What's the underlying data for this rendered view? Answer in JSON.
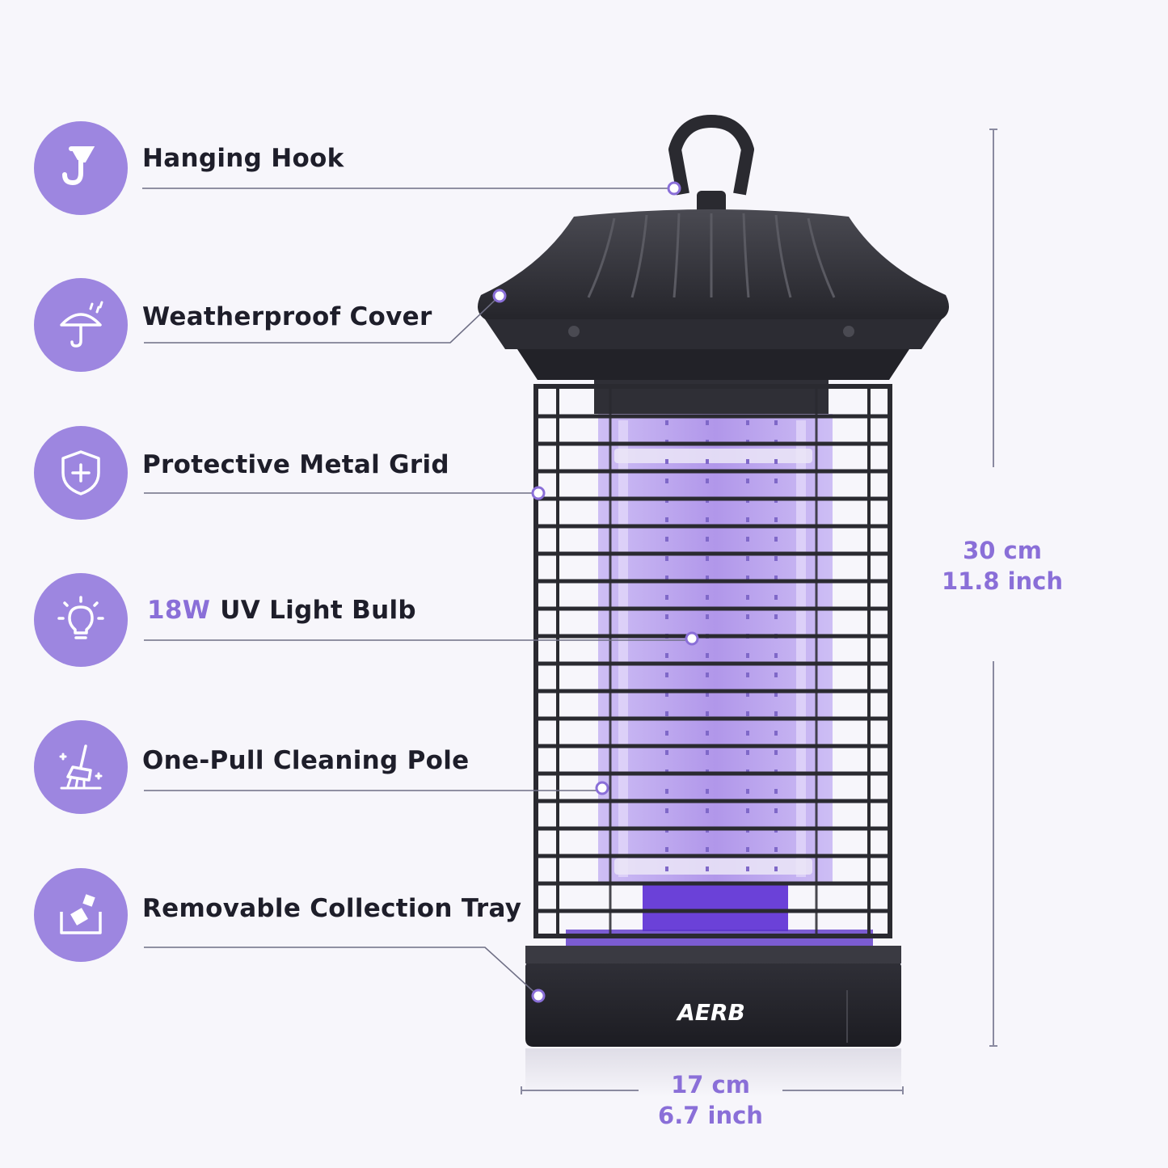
{
  "features": [
    {
      "label": "Hanging Hook",
      "icon": "hook-icon"
    },
    {
      "label": "Weatherproof Cover",
      "icon": "umbrella-rain-icon"
    },
    {
      "label": "Protective Metal Grid",
      "icon": "shield-plus-icon"
    },
    {
      "accent": "18W",
      "label": "UV Light Bulb",
      "icon": "light-bulb-icon"
    },
    {
      "label": "One-Pull Cleaning Pole",
      "icon": "broom-icon"
    },
    {
      "label": "Removable Collection Tray",
      "icon": "tray-icon"
    }
  ],
  "dimensions": {
    "height_cm": "30 cm",
    "height_inch": "11.8 inch",
    "width_cm": "17 cm",
    "width_inch": "6.7 inch"
  },
  "brand": {
    "logo": "AERB"
  },
  "colors": {
    "accent": "#9d86e0",
    "accent_text": "#8a6fd8",
    "body": "#2a2a30",
    "uv_glow": "#b8a4f0"
  }
}
